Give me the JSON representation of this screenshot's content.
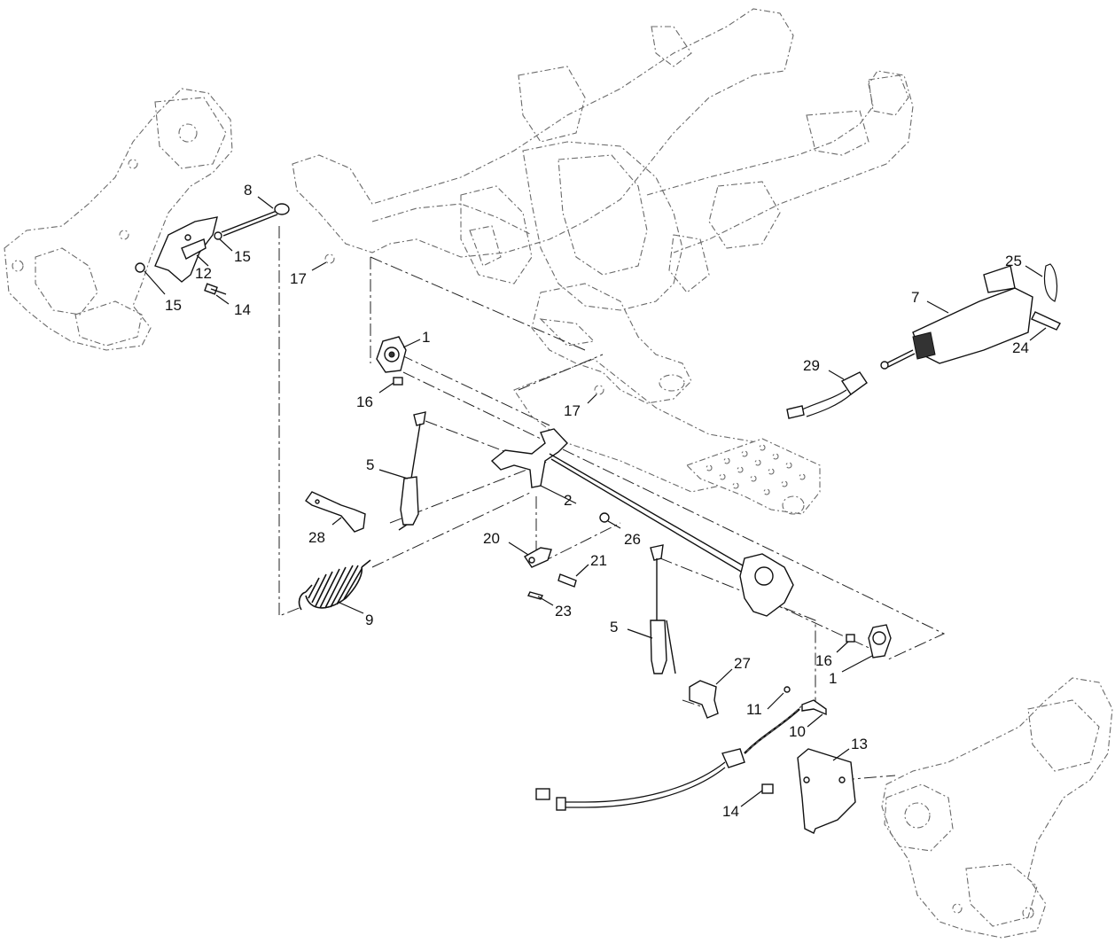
{
  "callouts": [
    {
      "id": "c8",
      "label": "8"
    },
    {
      "id": "c15a",
      "label": "15"
    },
    {
      "id": "c12",
      "label": "12"
    },
    {
      "id": "c15b",
      "label": "15"
    },
    {
      "id": "c14a",
      "label": "14"
    },
    {
      "id": "c17a",
      "label": "17"
    },
    {
      "id": "c1a",
      "label": "1"
    },
    {
      "id": "c16a",
      "label": "16"
    },
    {
      "id": "c17b",
      "label": "17"
    },
    {
      "id": "c5a",
      "label": "5"
    },
    {
      "id": "c28",
      "label": "28"
    },
    {
      "id": "c9",
      "label": "9"
    },
    {
      "id": "c2",
      "label": "2"
    },
    {
      "id": "c20",
      "label": "20"
    },
    {
      "id": "c26",
      "label": "26"
    },
    {
      "id": "c21",
      "label": "21"
    },
    {
      "id": "c23",
      "label": "23"
    },
    {
      "id": "c5b",
      "label": "5"
    },
    {
      "id": "c27",
      "label": "27"
    },
    {
      "id": "c11",
      "label": "11"
    },
    {
      "id": "c10",
      "label": "10"
    },
    {
      "id": "c16b",
      "label": "16"
    },
    {
      "id": "c1b",
      "label": "1"
    },
    {
      "id": "c13",
      "label": "13"
    },
    {
      "id": "c14b",
      "label": "14"
    },
    {
      "id": "c7",
      "label": "7"
    },
    {
      "id": "c25",
      "label": "25"
    },
    {
      "id": "c24",
      "label": "24"
    },
    {
      "id": "c29",
      "label": "29"
    }
  ]
}
